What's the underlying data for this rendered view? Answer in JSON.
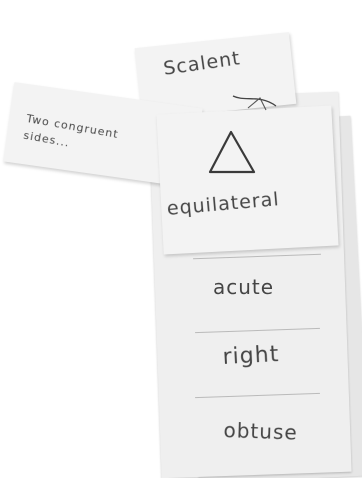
{
  "booklet": {
    "flap_note": "Two congruent sides...",
    "tabs": [
      {
        "label": "Scalent"
      },
      {
        "label": "equilateral"
      },
      {
        "label": "acute"
      },
      {
        "label": "right"
      },
      {
        "label": "obtuse"
      }
    ],
    "icons": [
      "triangle-icon"
    ],
    "colors": {
      "paper": "#efefef",
      "paper_shade": "#e6e6e6",
      "ink": "#333333",
      "background": "#ffffff"
    }
  }
}
